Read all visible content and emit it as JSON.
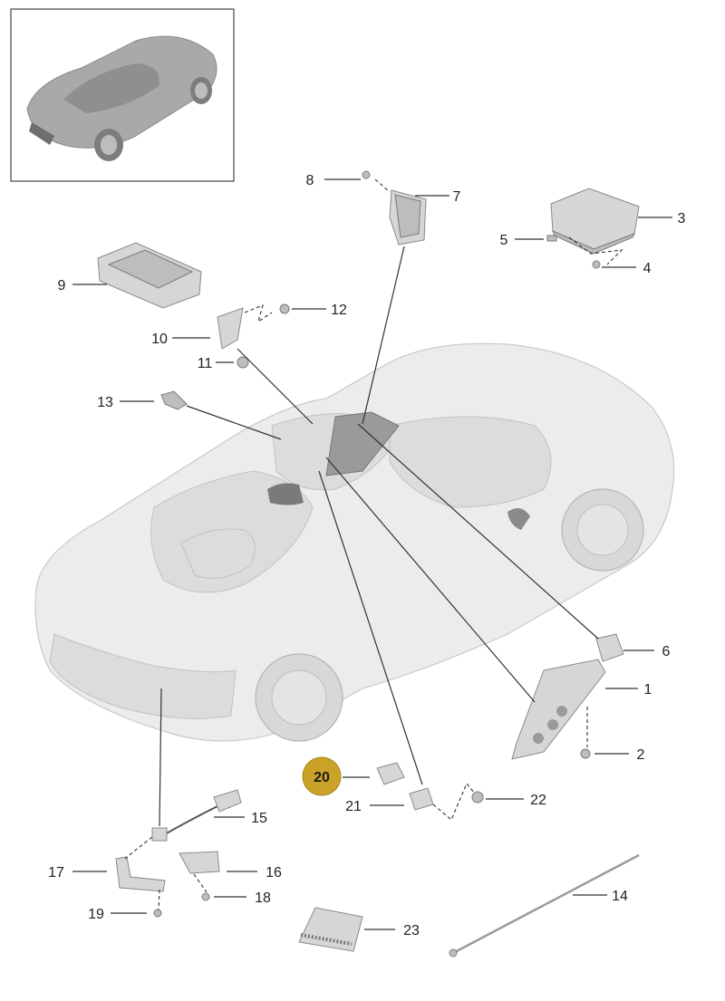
{
  "highlight": {
    "number": "20",
    "color": "#c9a227"
  },
  "callouts": [
    {
      "id": "1",
      "text": "1"
    },
    {
      "id": "2",
      "text": "2"
    },
    {
      "id": "3",
      "text": "3"
    },
    {
      "id": "4",
      "text": "4"
    },
    {
      "id": "5",
      "text": "5"
    },
    {
      "id": "6",
      "text": "6"
    },
    {
      "id": "7",
      "text": "7"
    },
    {
      "id": "8",
      "text": "8"
    },
    {
      "id": "9",
      "text": "9"
    },
    {
      "id": "10",
      "text": "10"
    },
    {
      "id": "11",
      "text": "11"
    },
    {
      "id": "12",
      "text": "12"
    },
    {
      "id": "13",
      "text": "13"
    },
    {
      "id": "14",
      "text": "14"
    },
    {
      "id": "15",
      "text": "15"
    },
    {
      "id": "16",
      "text": "16"
    },
    {
      "id": "17",
      "text": "17"
    },
    {
      "id": "18",
      "text": "18"
    },
    {
      "id": "19",
      "text": "19"
    },
    {
      "id": "21",
      "text": "21"
    },
    {
      "id": "22",
      "text": "22"
    },
    {
      "id": "23",
      "text": "23"
    }
  ]
}
